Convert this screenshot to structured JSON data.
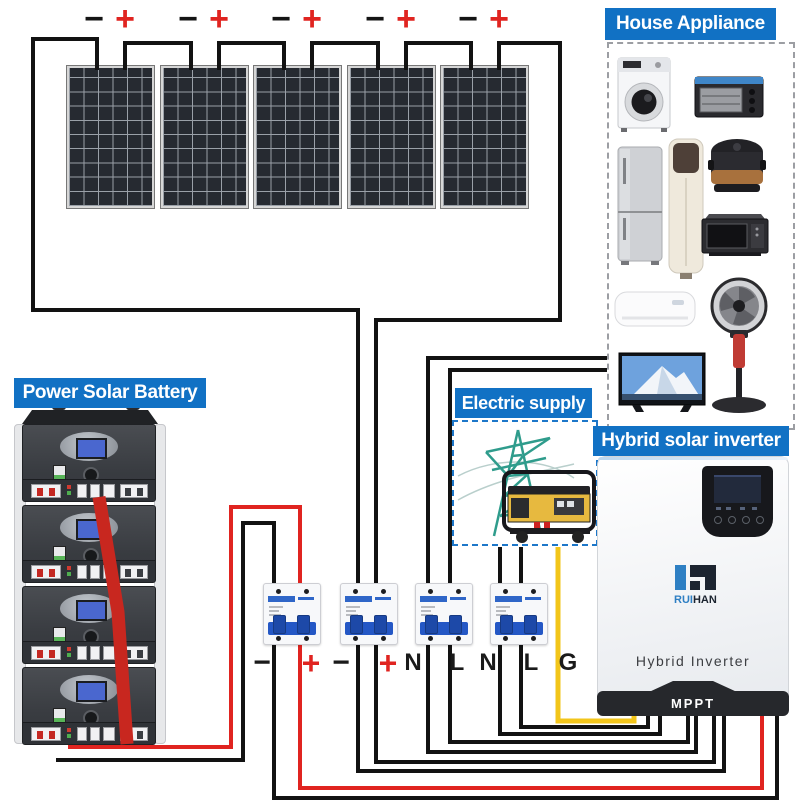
{
  "pv": {
    "polarity_labels": [
      "−",
      "+",
      "−",
      "+",
      "−",
      "+",
      "−",
      "+",
      "−",
      "+"
    ]
  },
  "sections": {
    "battery": {
      "title": "Power Solar Battery"
    },
    "electric_supply": {
      "title": "Electric supply"
    },
    "house_appliance": {
      "title": "House Appliance"
    },
    "inverter": {
      "title": "Hybrid solar inverter",
      "brand_first": "RUI",
      "brand_second": "HAN",
      "model_label": "Hybrid Inverter",
      "port_label": "MPPT"
    }
  },
  "breakers": {
    "terminal_labels": [
      "−",
      "+",
      "−",
      "+",
      "N",
      "L",
      "N",
      "L",
      "G"
    ]
  },
  "appliances": [
    "washing-machine",
    "toaster-oven",
    "refrigerator",
    "floor-ac",
    "rice-cooker",
    "microwave",
    "wall-ac",
    "stand-fan",
    "television"
  ],
  "colors": {
    "header_blue": "#1171c4",
    "wire_black": "#121212",
    "wire_red": "#e02420",
    "wire_yellow": "#f2c51a",
    "breaker_blue": "#2457c5",
    "tower_teal": "#2f9c8c"
  }
}
